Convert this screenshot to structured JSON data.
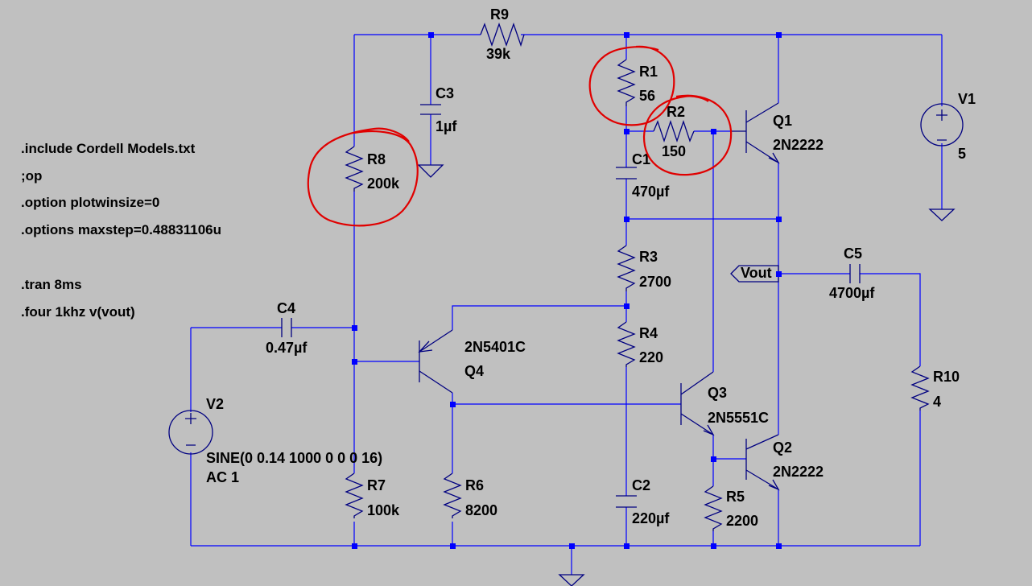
{
  "directives": [
    ".include Cordell Models.txt",
    ";op",
    ".option plotwinsize=0",
    ".options maxstep=0.48831106u",
    ".tran 8ms",
    ".four 1khz v(vout)"
  ],
  "components": {
    "R1": {
      "name": "R1",
      "value": "56"
    },
    "R2": {
      "name": "R2",
      "value": "150"
    },
    "R3": {
      "name": "R3",
      "value": "2700"
    },
    "R4": {
      "name": "R4",
      "value": "220"
    },
    "R5": {
      "name": "R5",
      "value": "2200"
    },
    "R6": {
      "name": "R6",
      "value": "8200"
    },
    "R7": {
      "name": "R7",
      "value": "100k"
    },
    "R8": {
      "name": "R8",
      "value": "200k"
    },
    "R9": {
      "name": "R9",
      "value": "39k"
    },
    "R10": {
      "name": "R10",
      "value": "4"
    },
    "C1": {
      "name": "C1",
      "value": "470µf"
    },
    "C2": {
      "name": "C2",
      "value": "220µf"
    },
    "C3": {
      "name": "C3",
      "value": "1µf"
    },
    "C4": {
      "name": "C4",
      "value": "0.47µf"
    },
    "C5": {
      "name": "C5",
      "value": "4700µf"
    },
    "Q1": {
      "name": "Q1",
      "model": "2N2222"
    },
    "Q2": {
      "name": "Q2",
      "model": "2N2222"
    },
    "Q3": {
      "name": "Q3",
      "model": "2N5551C"
    },
    "Q4": {
      "name": "Q4",
      "model": "2N5401C"
    },
    "V1": {
      "name": "V1",
      "value": "5"
    },
    "V2": {
      "name": "V2",
      "value": "SINE(0 0.14 1000 0 0 0 16)",
      "ac": "AC 1"
    }
  },
  "net_labels": {
    "vout": "Vout"
  },
  "colors": {
    "background": "#c0c0c0",
    "wire": "#0000ff",
    "annotation": "#e00000"
  }
}
